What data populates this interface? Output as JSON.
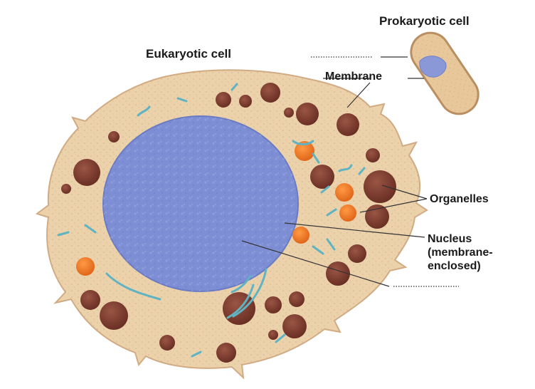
{
  "labels": {
    "eukaryotic_cell": "Eukaryotic cell",
    "prokaryotic_cell": "Prokaryotic cell",
    "membrane": "Membrane",
    "organelles": "Organelles",
    "nucleus": {
      "line1": "Nucleus",
      "line2": "(membrane-",
      "line3": "enclosed)"
    }
  },
  "colors": {
    "cytoplasm": "#ecd2ab",
    "cell_outline": "#d9b58e",
    "nucleus": "#7d8ed4",
    "organelle_brown": "#7a3b2e",
    "organelle_orange": "#f07d22",
    "cytoskeleton_teal": "#5fb3c3",
    "prokaryote_body": "#e8c89a"
  }
}
